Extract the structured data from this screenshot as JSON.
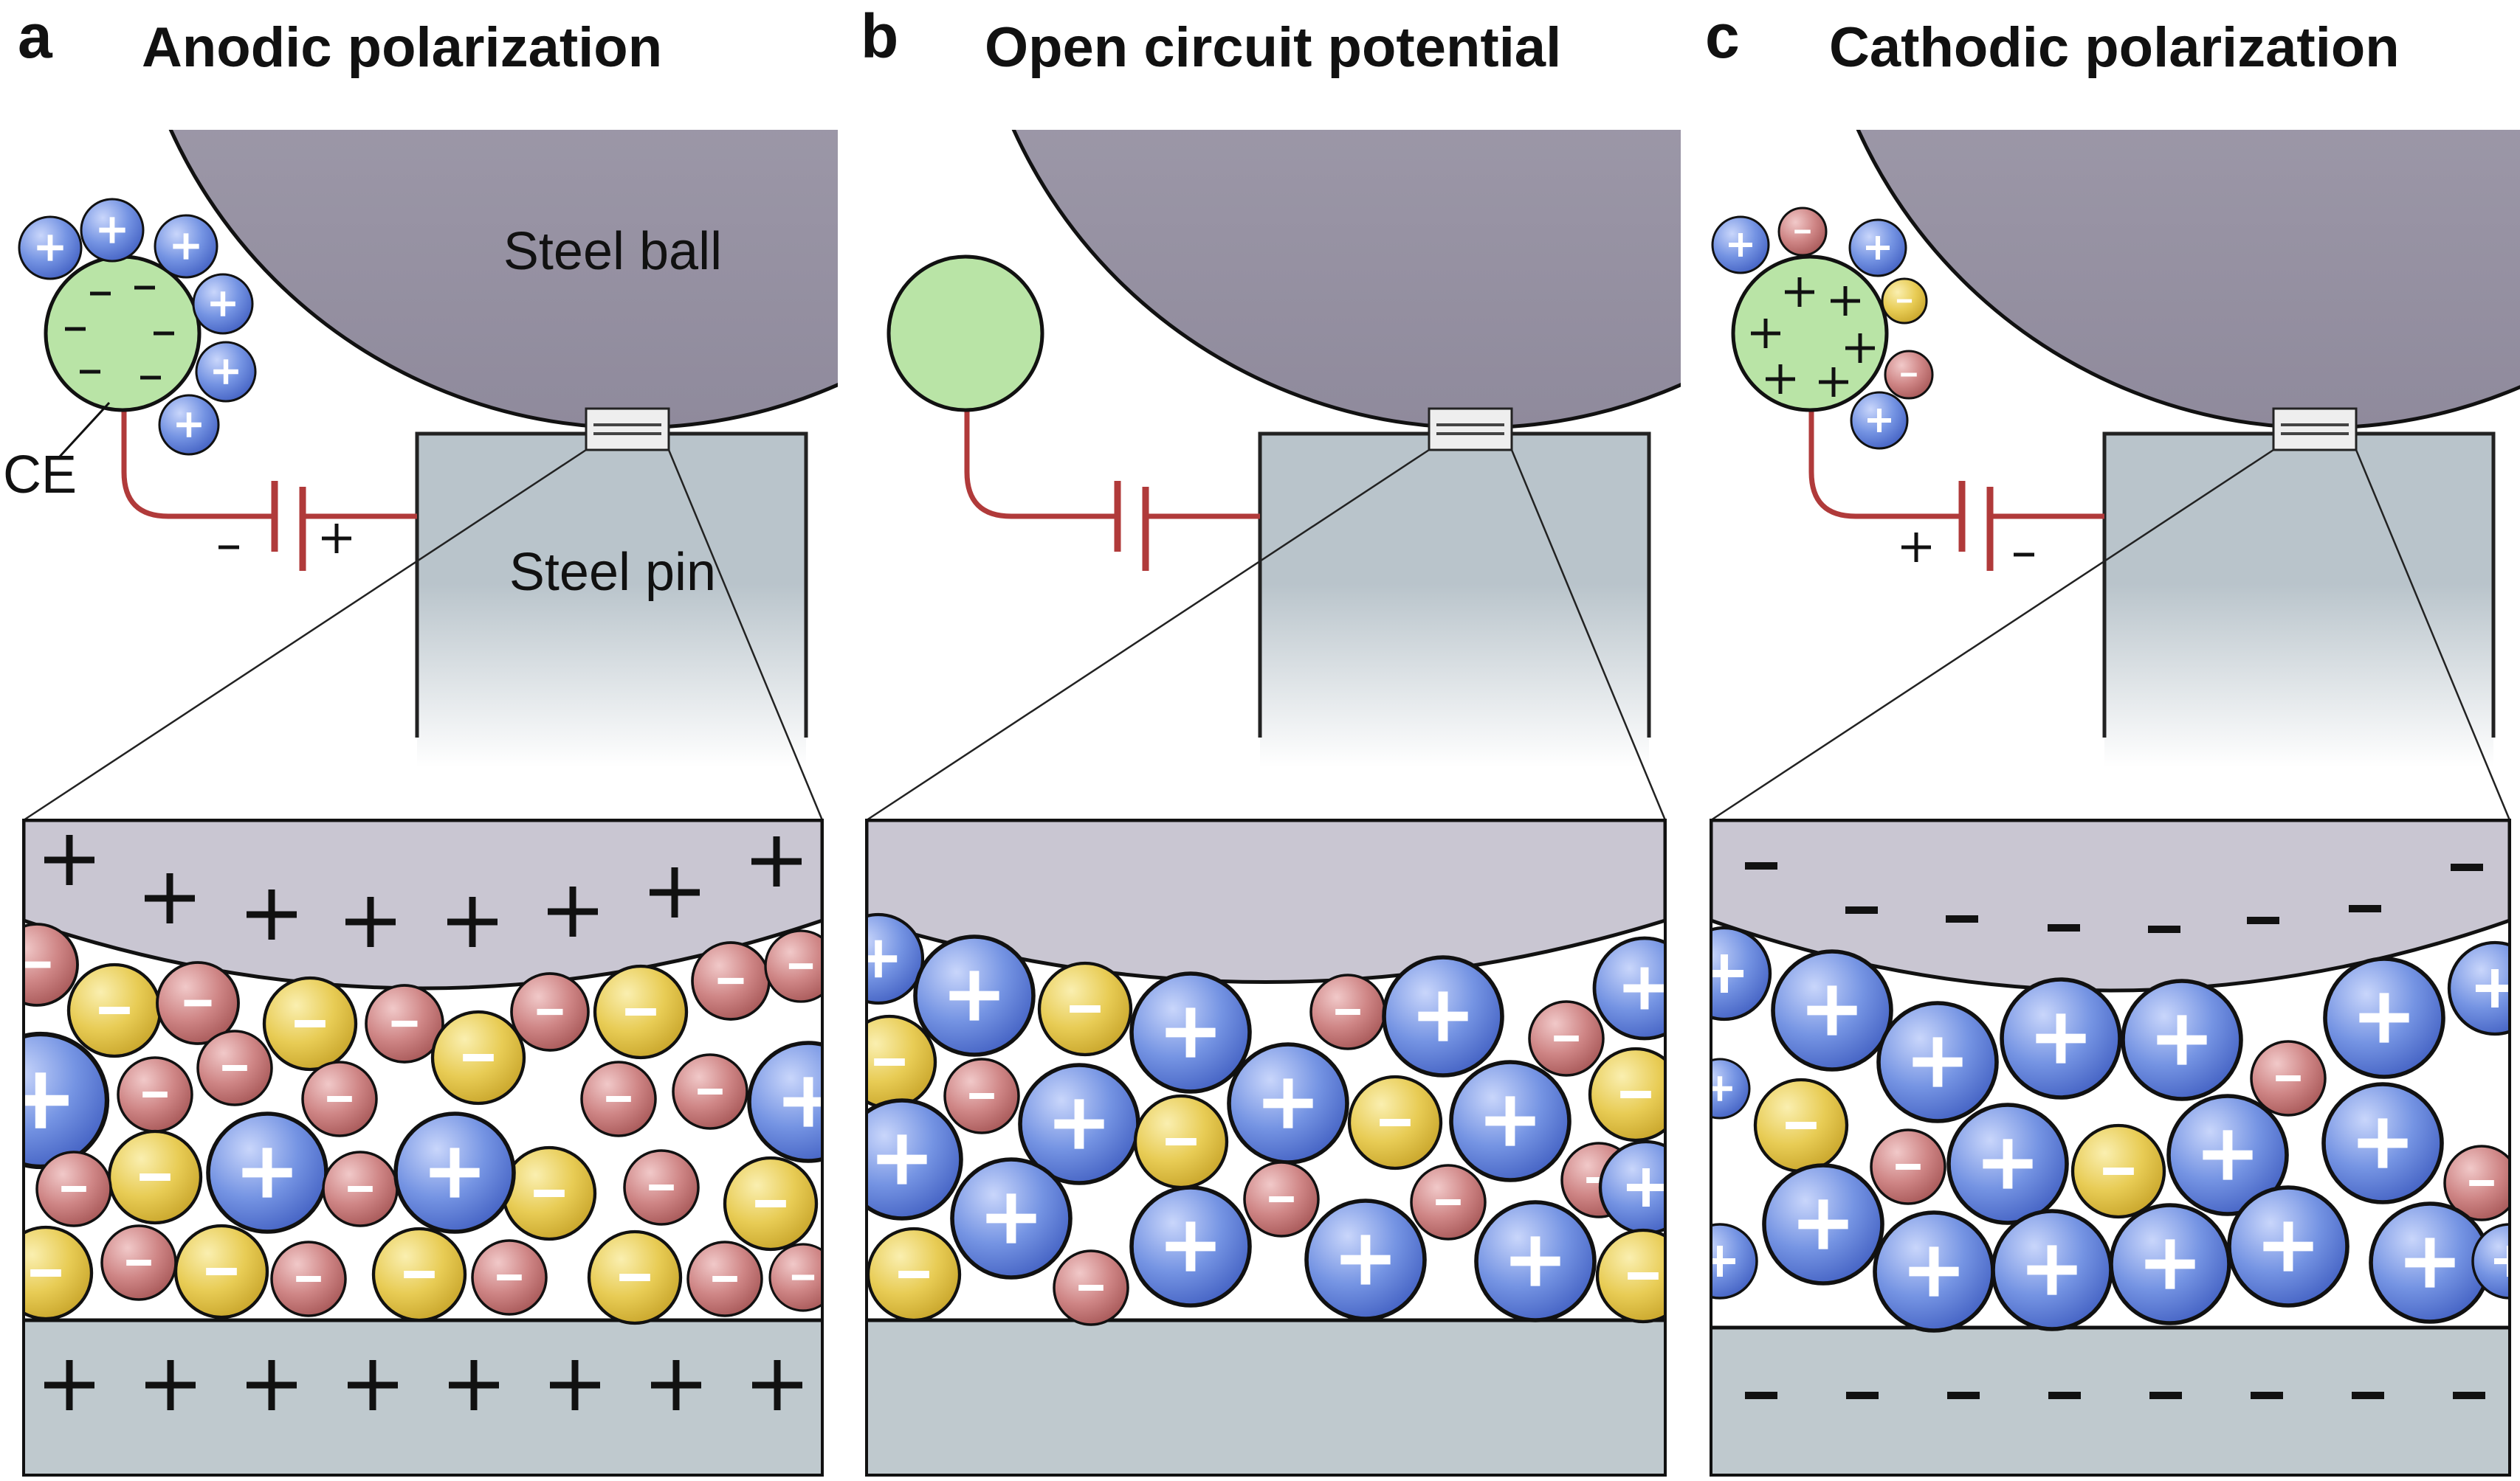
{
  "panels": [
    {
      "id": "a",
      "letter": "a",
      "title": "Anodic polarization",
      "ball_label": "Steel ball",
      "pin_label": "Steel pin",
      "ce_label": "CE",
      "left_plate_sign": "-",
      "right_plate_sign": "+",
      "surface_charge": "+",
      "electrode_charge": "-"
    },
    {
      "id": "b",
      "letter": "b",
      "title": "Open circuit potential",
      "ball_label": "",
      "pin_label": "",
      "ce_label": "",
      "left_plate_sign": "",
      "right_plate_sign": "",
      "surface_charge": "",
      "electrode_charge": ""
    },
    {
      "id": "c",
      "letter": "c",
      "title": "Cathodic polarization",
      "ball_label": "",
      "pin_label": "",
      "ce_label": "",
      "left_plate_sign": "+",
      "right_plate_sign": "-",
      "surface_charge": "-",
      "electrode_charge": "+"
    }
  ],
  "ion_signs": {
    "cation": "+",
    "anion": "-"
  },
  "colors": {
    "ball": "#a8a3b2",
    "pin": "#b9c4cb",
    "counter_electrode": "#b9e4a6",
    "cation": "#6f8ee0",
    "large_anion": "#e9cf5a",
    "small_anion": "#cf8585",
    "circuit": "#b03a3a",
    "outline": "#111111"
  }
}
